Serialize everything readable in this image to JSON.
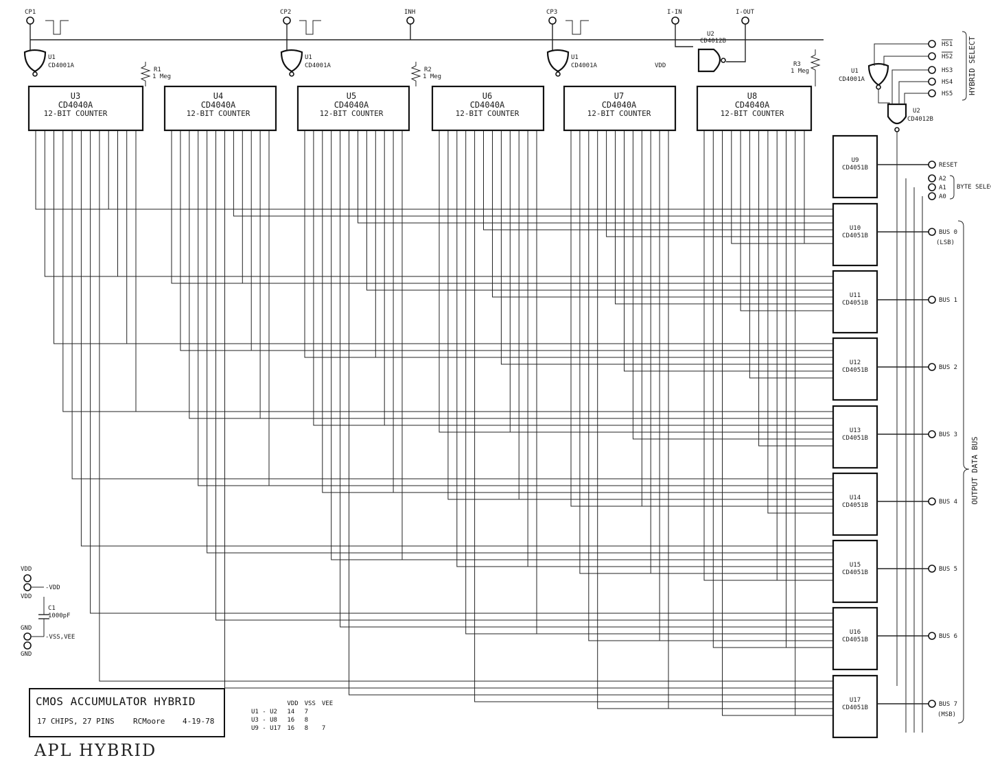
{
  "title_block": {
    "title": "CMOS ACCUMULATOR HYBRID",
    "chips": "17 CHIPS, 27 PINS",
    "author": "RCMoore",
    "date": "4-19-78"
  },
  "handwritten_note": "APL HYBRID",
  "counters": [
    {
      "ref": "U3",
      "part": "CD4040A",
      "desc": "12-BIT COUNTER"
    },
    {
      "ref": "U4",
      "part": "CD4040A",
      "desc": "12-BIT COUNTER"
    },
    {
      "ref": "U5",
      "part": "CD4040A",
      "desc": "12-BIT COUNTER"
    },
    {
      "ref": "U6",
      "part": "CD4040A",
      "desc": "12-BIT COUNTER"
    },
    {
      "ref": "U7",
      "part": "CD4040A",
      "desc": "12-BIT COUNTER"
    },
    {
      "ref": "U8",
      "part": "CD4040A",
      "desc": "12-BIT COUNTER"
    }
  ],
  "muxes": [
    {
      "ref": "U9",
      "part": "CD4051B",
      "out": "RESET"
    },
    {
      "ref": "U10",
      "part": "CD4051B",
      "out": "BUS 0"
    },
    {
      "ref": "U11",
      "part": "CD4051B",
      "out": "BUS 1"
    },
    {
      "ref": "U12",
      "part": "CD4051B",
      "out": "BUS 2"
    },
    {
      "ref": "U13",
      "part": "CD4051B",
      "out": "BUS 3"
    },
    {
      "ref": "U14",
      "part": "CD4051B",
      "out": "BUS 4"
    },
    {
      "ref": "U15",
      "part": "CD4051B",
      "out": "BUS 5"
    },
    {
      "ref": "U16",
      "part": "CD4051B",
      "out": "BUS 6"
    },
    {
      "ref": "U17",
      "part": "CD4051B",
      "out": "BUS 7"
    }
  ],
  "gates": [
    {
      "ref": "U1",
      "part": "CD4001A"
    },
    {
      "ref": "U1",
      "part": "CD4001A"
    },
    {
      "ref": "U1",
      "part": "CD4001A"
    },
    {
      "ref": "U2",
      "part": "CD4012B"
    },
    {
      "ref": "U1",
      "part": "CD4001A"
    },
    {
      "ref": "U2",
      "part": "CD4012B"
    }
  ],
  "top_pins": [
    "CP1",
    "CP2",
    "INH",
    "CP3",
    "I-IN",
    "I-OUT"
  ],
  "resistors": [
    {
      "ref": "R1",
      "value": "1 Meg"
    },
    {
      "ref": "R2",
      "value": "1 Meg"
    },
    {
      "ref": "R3",
      "value": "1 Meg"
    }
  ],
  "hybrid_select": {
    "label": "HYBRID SELECT",
    "pins": [
      "HS1",
      "HS2",
      "HS3",
      "HS4",
      "HS5"
    ]
  },
  "byte_select": {
    "label": "BYTE SELECT",
    "pins": [
      "A2",
      "A1",
      "A0"
    ]
  },
  "output_bus": {
    "label": "OUTPUT DATA BUS",
    "lsb": "(LSB)",
    "msb": "(MSB)"
  },
  "capacitor": {
    "ref": "C1",
    "value": "1000pF"
  },
  "power_pins": {
    "vdd": "VDD",
    "gnd": "GND",
    "vdd_net": "-VDD",
    "vss_net": "-VSS,VEE"
  },
  "power_table": {
    "headers": [
      "",
      "VDD",
      "VSS",
      "VEE"
    ],
    "rows": [
      [
        "U1 - U2",
        "14",
        "7",
        ""
      ],
      [
        "U3 - U8",
        "16",
        "8",
        ""
      ],
      [
        "U9 - U17",
        "16",
        "8",
        "7"
      ]
    ]
  }
}
